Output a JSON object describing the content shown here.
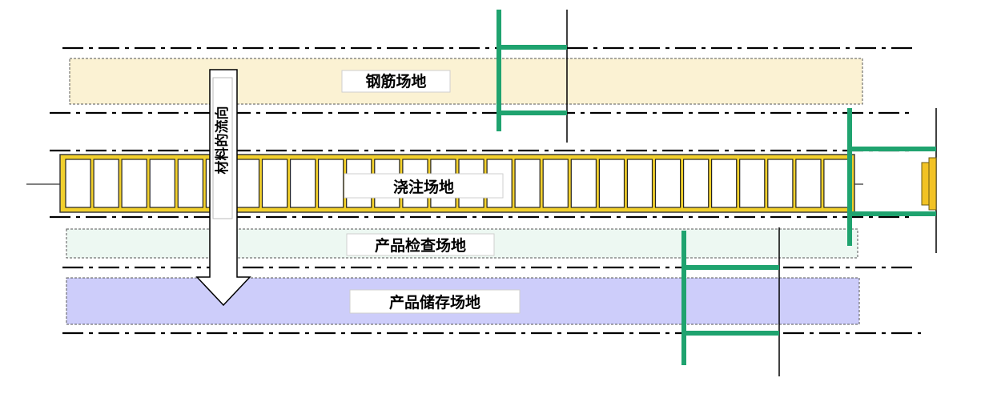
{
  "zones": {
    "rebar_yard": {
      "label": "钢筋场地",
      "fill": "#fbf2d3"
    },
    "casting_yard": {
      "label": "浇注场地",
      "mold_fill": "#f2d02c",
      "mold_count": 28
    },
    "inspection_yard": {
      "label": "产品检查场地",
      "fill": "#edf8f2"
    },
    "storage_yard": {
      "label": "产品储存场地",
      "fill": "#cdcdfa"
    }
  },
  "flow_arrow": {
    "label": "材料的流向"
  },
  "colors": {
    "crane": "#1fa36f",
    "equipment": "#f2c224",
    "line": "#000000"
  }
}
